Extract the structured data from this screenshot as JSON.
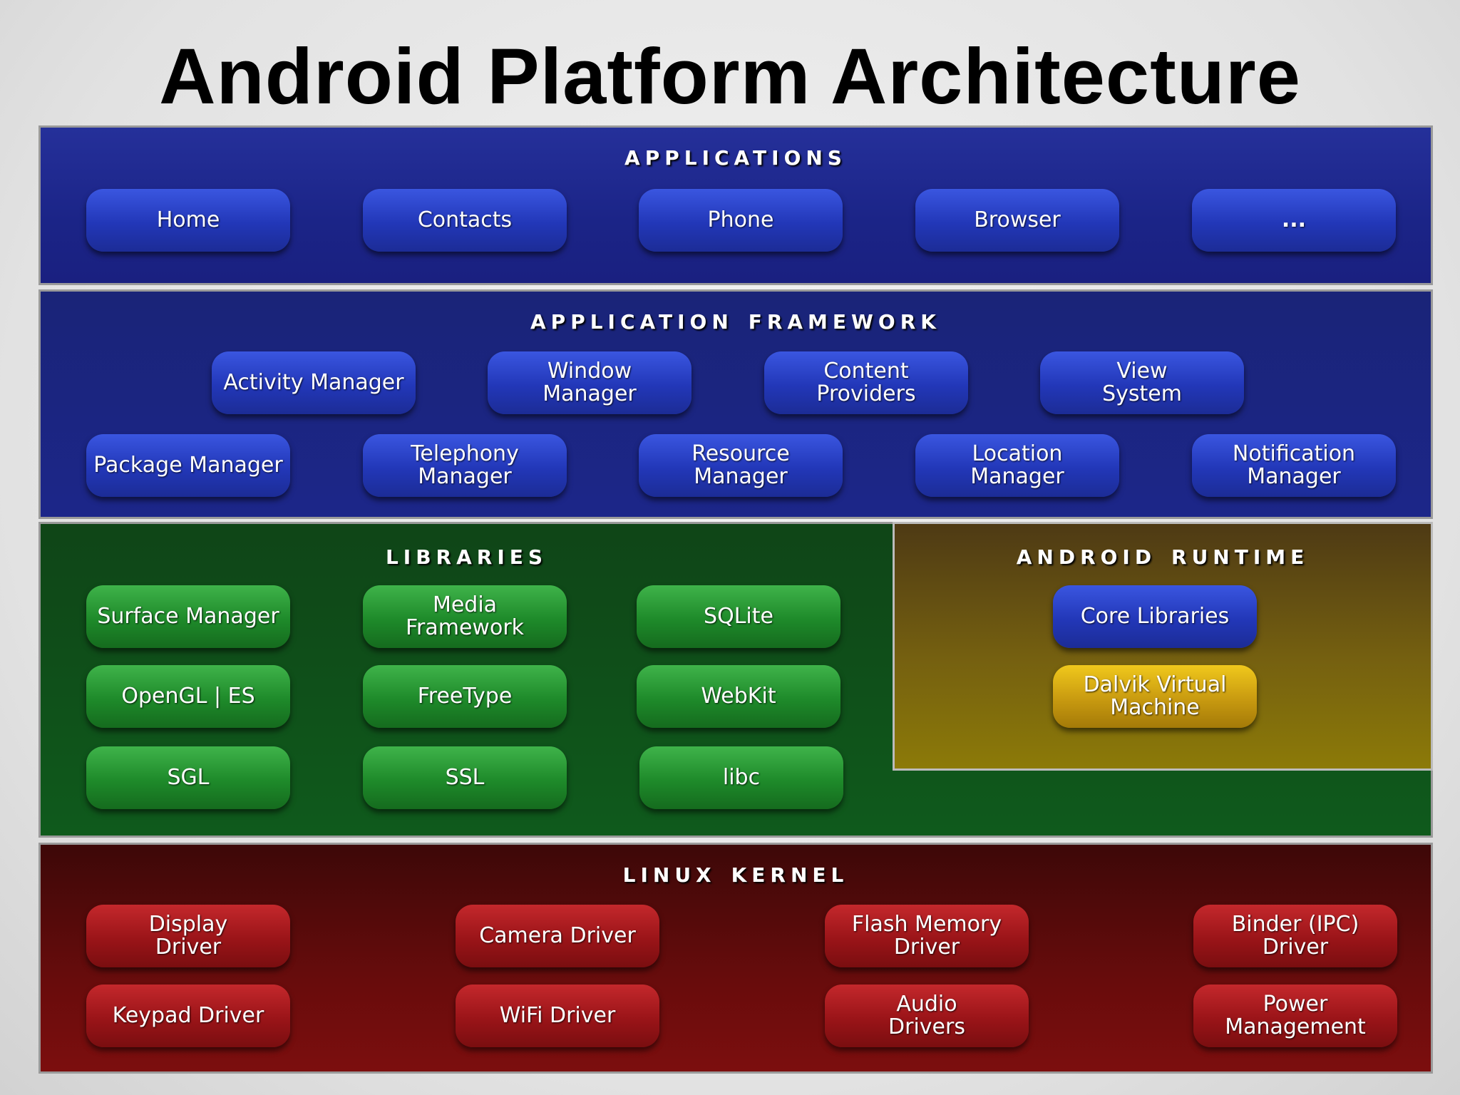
{
  "title": "Android Platform Architecture",
  "colors": {
    "applications": "#1b2487",
    "framework": "#1c2689",
    "libraries": "#0f5a1c",
    "runtime": "#756010",
    "kernel": "#680c0c",
    "blue_box": "#2237b8",
    "green_box": "#1e8a2a",
    "gold_box": "#c89a10",
    "red_box": "#9a1418"
  },
  "applications": {
    "heading": "Applications",
    "items": [
      "Home",
      "Contacts",
      "Phone",
      "Browser",
      "..."
    ]
  },
  "framework": {
    "heading": "Application Framework",
    "row1": [
      "Activity Manager",
      "Window\nManager",
      "Content\nProviders",
      "View\nSystem"
    ],
    "row2": [
      "Package Manager",
      "Telephony\nManager",
      "Resource\nManager",
      "Location\nManager",
      "Notification\nManager"
    ]
  },
  "libraries": {
    "heading": "Libraries",
    "items": [
      "Surface Manager",
      "Media\nFramework",
      "SQLite",
      "OpenGL | ES",
      "FreeType",
      "WebKit",
      "SGL",
      "SSL",
      "libc"
    ]
  },
  "runtime": {
    "heading": "Android Runtime",
    "core": "Core Libraries",
    "dalvik": "Dalvik Virtual\nMachine"
  },
  "kernel": {
    "heading": "Linux Kernel",
    "items": [
      "Display\nDriver",
      "Camera Driver",
      "Flash Memory\nDriver",
      "Binder (IPC)\nDriver",
      "Keypad Driver",
      "WiFi Driver",
      "Audio\nDrivers",
      "Power\nManagement"
    ]
  }
}
